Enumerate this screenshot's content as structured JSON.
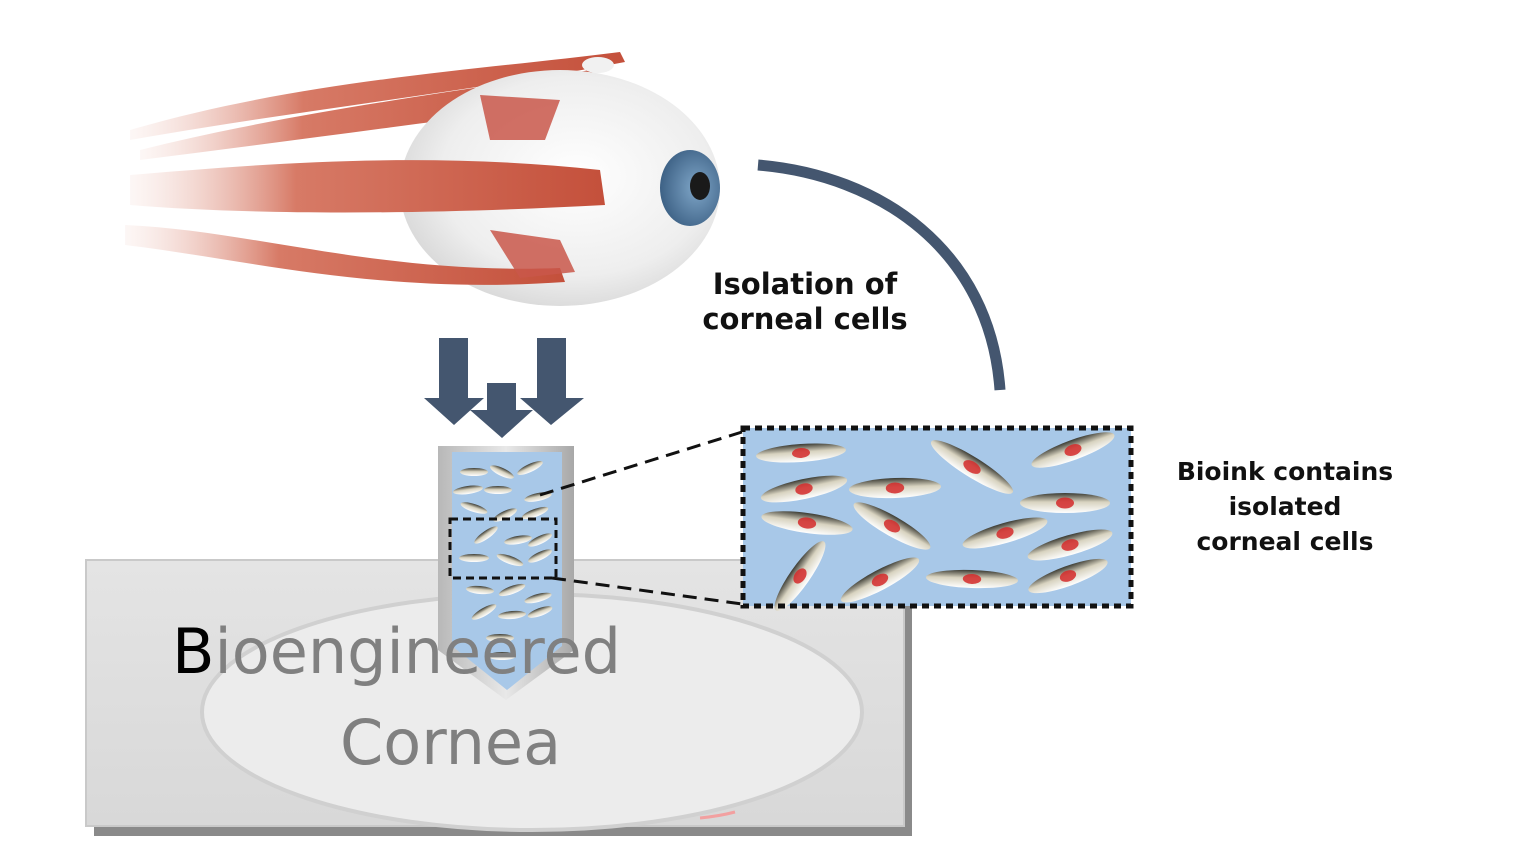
{
  "diagram": {
    "title": "Bioengineered cornea from isolated corneal cells",
    "labels": {
      "isolation_line1": "Isolation of",
      "isolation_line2": "corneal cells",
      "bioink_line1": "Bioink contains",
      "bioink_line2": "isolated",
      "bioink_line3": "corneal cells",
      "cornea_word1_first": "B",
      "cornea_word1_rest": "ioengineered",
      "cornea_word2": "Cornea"
    },
    "elements": {
      "eye": "eyeball with extraocular muscles",
      "arrows": "three downward arrows",
      "connector": "curved arc from eye to magnified bioink",
      "cartridge": "bioink cartridge / syringe tip",
      "zoom_box": "magnified view of bioink cells",
      "base": "bioengineered cornea platform"
    },
    "colors": {
      "arrow": "#44566f",
      "bioink": "#a8c8e8",
      "muscle": "#c8553f",
      "iris": "#4f7aa0",
      "platform": "#d9d9d9",
      "nucleus": "#d42a2a"
    }
  }
}
